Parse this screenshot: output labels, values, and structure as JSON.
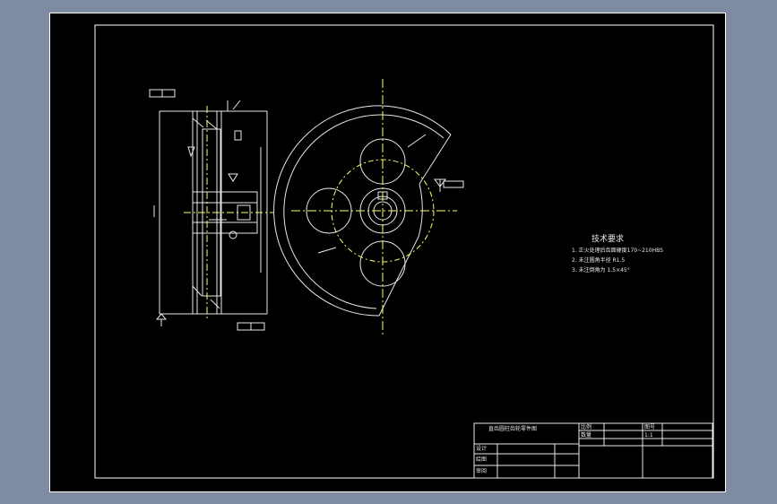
{
  "technical_requirements": {
    "title": "技术要求",
    "items": [
      "1. 正火处理后齿面硬度170~210HBS",
      "2. 未注圆角半径 R1.5",
      "3. 未注倒角为 1.5×45°"
    ]
  },
  "title_block": {
    "drawing_title": "直齿圆柱齿轮零件图",
    "material_label": "比例",
    "quantity_label": "数量",
    "scale_label": "图号",
    "scale_value": "1:1",
    "designer_label": "设计",
    "drafter_label": "绘图",
    "reviewer_label": "审阅"
  },
  "colors": {
    "background": "#000000",
    "frame": "#ffffff",
    "line": "#e8e8e8",
    "centerline": "#ffff66",
    "window": "#7f8ba0"
  }
}
